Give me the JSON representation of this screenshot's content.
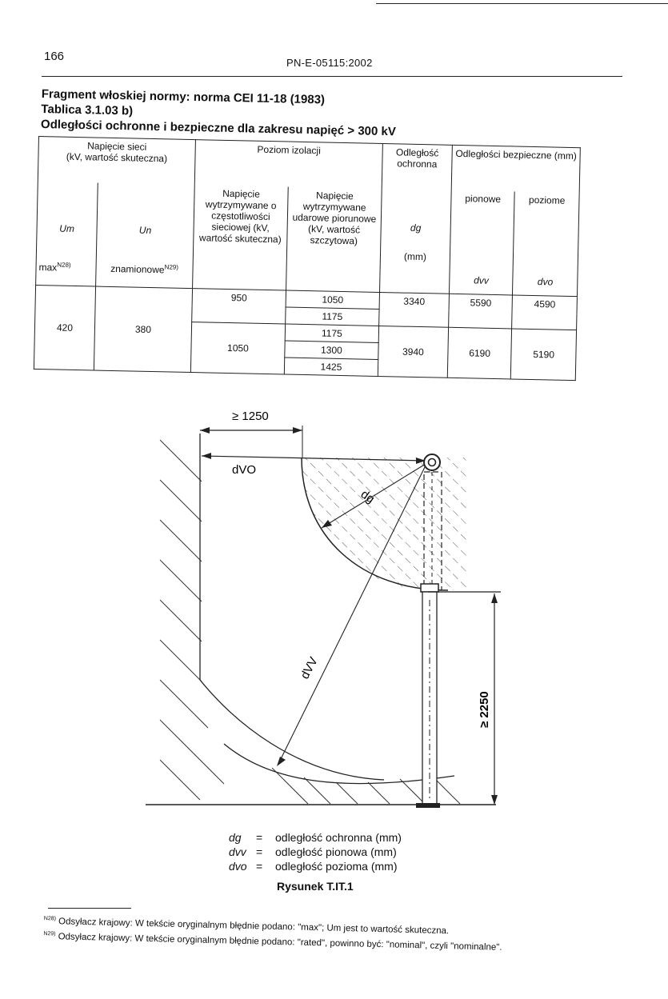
{
  "header": {
    "page_number": "166",
    "standard_code": "PN-E-05115:2002"
  },
  "heading": {
    "line1": "Fragment włoskiej normy: norma CEI 11-18 (1983)",
    "line2": "Tablica 3.1.03 b)",
    "line3": "Odległości ochronne i bezpieczne dla zakresu napięć > 300 kV"
  },
  "table": {
    "col_network_voltage": "Napięcie sieci",
    "col_network_voltage_sub": "(kV, wartość skuteczna)",
    "sym_um": "Um",
    "sym_un": "Un",
    "max_label": "max",
    "max_note": "N28)",
    "nominal_label": "znamionowe",
    "nominal_note": "N29)",
    "col_insulation": "Poziom izolacji",
    "col_power_freq": "Napięcie wytrzymywane o częstotliwości sieciowej (kV, wartość skuteczna)",
    "col_impulse": "Napięcie wytrzymywane udarowe piorunowe (kV, wartość szczytowa)",
    "col_protective": "Odległość ochronna",
    "sym_dg": "dg",
    "unit_mm": "(mm)",
    "col_safety": "Odległości bezpieczne (mm)",
    "col_vertical": "pionowe",
    "col_horizontal": "poziome",
    "sym_dvv": "dvv",
    "sym_dvo": "dvo",
    "val_um": "420",
    "val_un": "380",
    "pf1": "950",
    "pf2": "1050",
    "imp1": "1050",
    "imp2": "1175",
    "imp3": "1175",
    "imp4": "1300",
    "imp5": "1425",
    "dg1": "3340",
    "dg2": "3940",
    "dvv1": "5590",
    "dvv2": "6190",
    "dvo1": "4590",
    "dvo2": "5190"
  },
  "figure": {
    "dim_horizontal": "≥ 1250",
    "dim_vertical": "≥ 2250",
    "label_dvo": "dVO",
    "label_dg": "dg",
    "label_dvv": "dVV"
  },
  "legend": [
    {
      "symbol": "dg",
      "eq": "=",
      "text": "odległość ochronna (mm)"
    },
    {
      "symbol": "dvv",
      "eq": "=",
      "text": "odległość pionowa (mm)"
    },
    {
      "symbol": "dvo",
      "eq": "=",
      "text": "odległość pozioma (mm)"
    }
  ],
  "caption": "Rysunek T.IT.1",
  "footnotes": [
    {
      "mark": "N28)",
      "text": "Odsyłacz krajowy: W tekście oryginalnym błędnie podano: \"max\"; Um jest to wartość skuteczna."
    },
    {
      "mark": "N29)",
      "text": "Odsyłacz krajowy: W tekście oryginalnym błędnie podano: \"rated\", powinno być: \"nominal\", czyli \"nominalne\"."
    }
  ]
}
